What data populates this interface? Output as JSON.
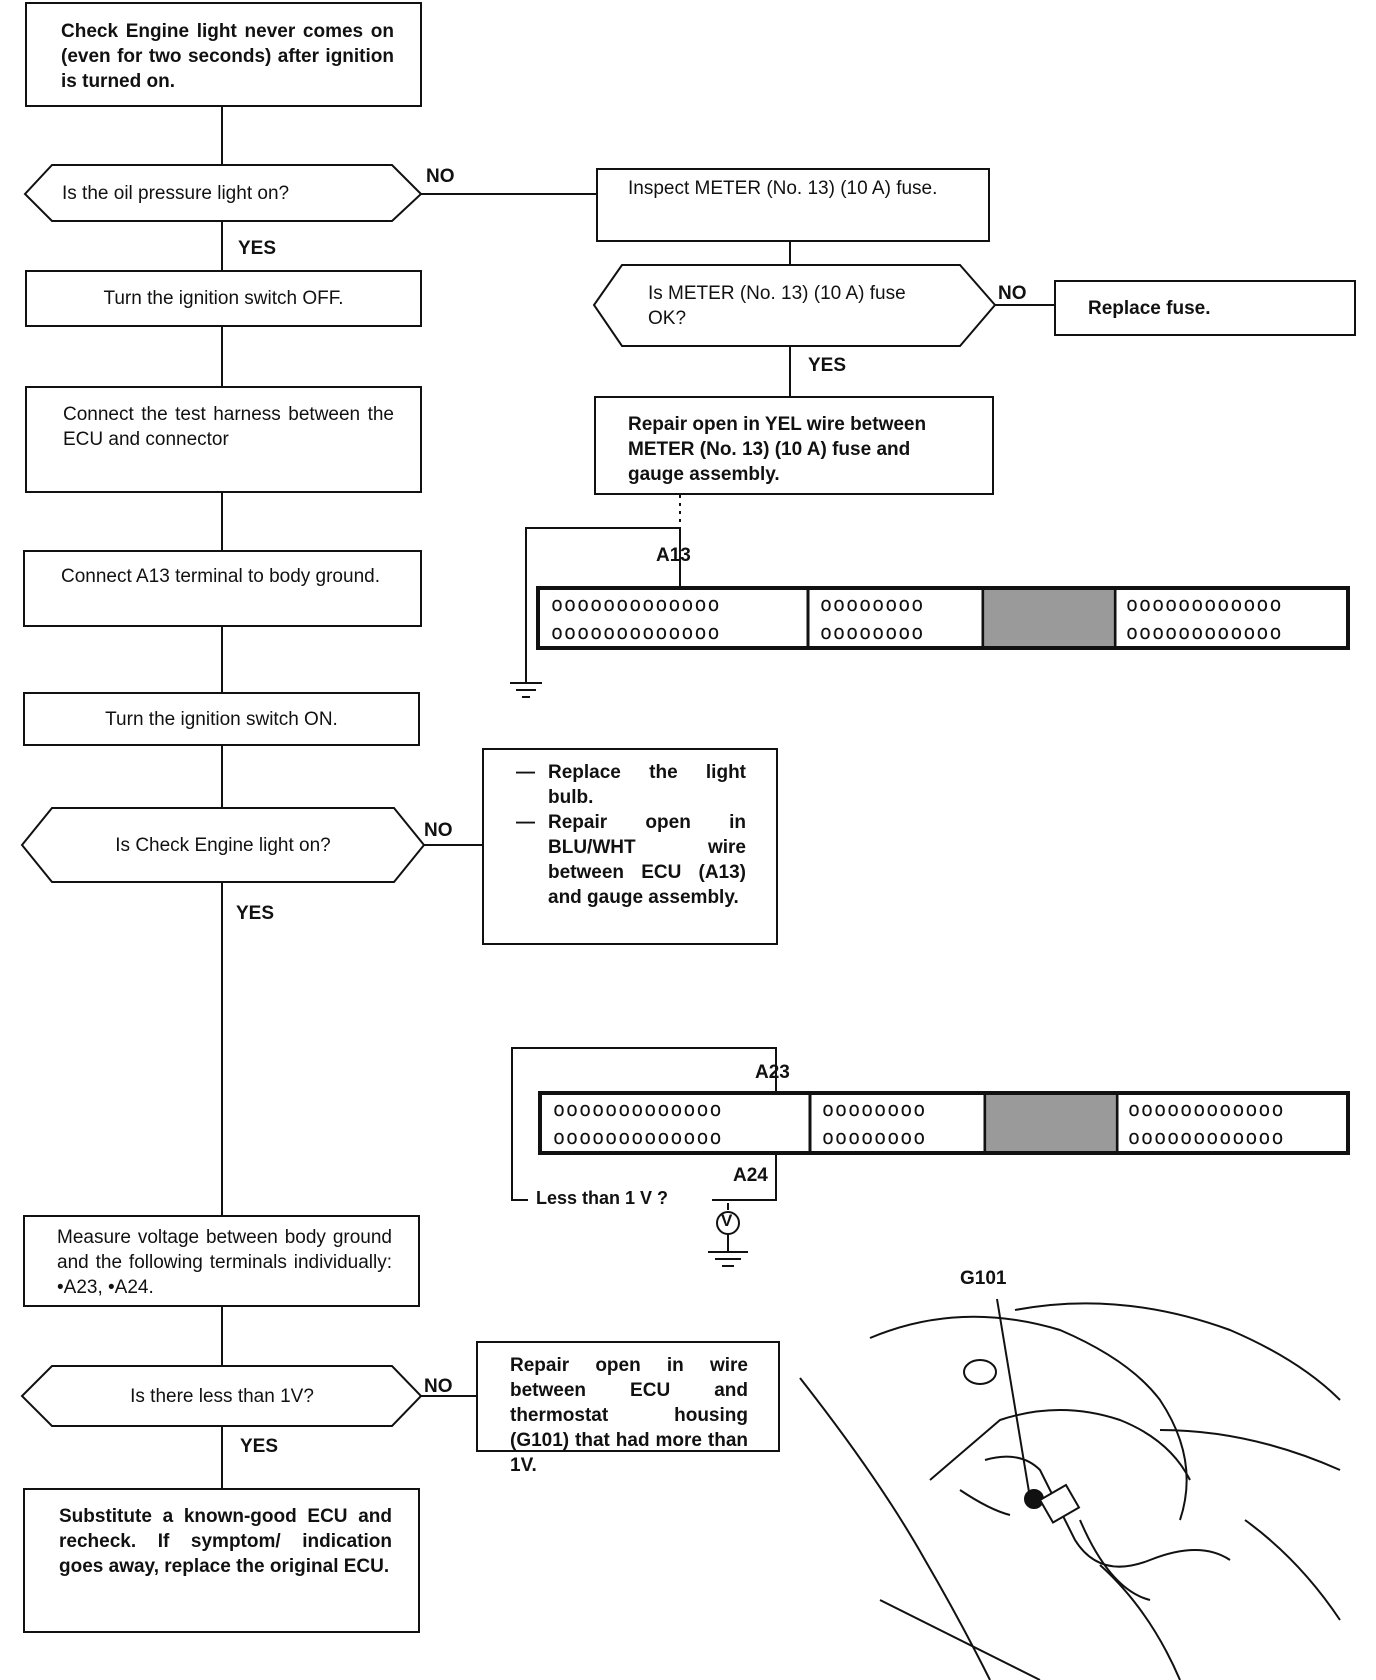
{
  "flow": {
    "start": "Check Engine light never comes on (even for two seconds) after ignition is turned on.",
    "q_oil": "Is the oil pressure light on?",
    "inspect_fuse": "Inspect METER (No. 13) (10 A) fuse.",
    "q_fuse_ok": "Is METER (No. 13) (10 A) fuse OK?",
    "replace_fuse": "Replace fuse.",
    "repair_yel": "Repair open in YEL wire between METER (No. 13) (10 A) fuse and gauge assembly.",
    "ign_off": "Turn the ignition switch OFF.",
    "connect_harness": "Connect the test harness between the ECU and connector",
    "connect_a13": "Connect A13 terminal to body ground.",
    "ign_on": "Turn the ignition switch ON.",
    "q_check_engine": "Is Check Engine light on?",
    "action_list": [
      "Replace the light bulb.",
      "Repair open in BLU/WHT wire between ECU (A13) and gauge assembly."
    ],
    "measure": "Measure voltage between body ground and the following terminals individually: •A23, •A24.",
    "q_less_1v": "Is there less than 1V?",
    "repair_g101": "Repair open in wire between ECU and thermostat housing (G101) that had more than 1V.",
    "substitute": "Substitute a known-good ECU and recheck. If symptom/ indication goes away, replace the original ECU."
  },
  "labels": {
    "yes": "YES",
    "no": "NO",
    "a13": "A13",
    "a23": "A23",
    "a24": "A24",
    "less_than": "Less than 1 V ?",
    "voltmeter": "V",
    "g101": "G101"
  },
  "connector": {
    "row1": [
      "ooooooooooooo",
      "oooooooo",
      "oooooooooooo"
    ],
    "row2": [
      "ooooooooooooo",
      "oooooooo",
      "oooooooooooo"
    ]
  }
}
